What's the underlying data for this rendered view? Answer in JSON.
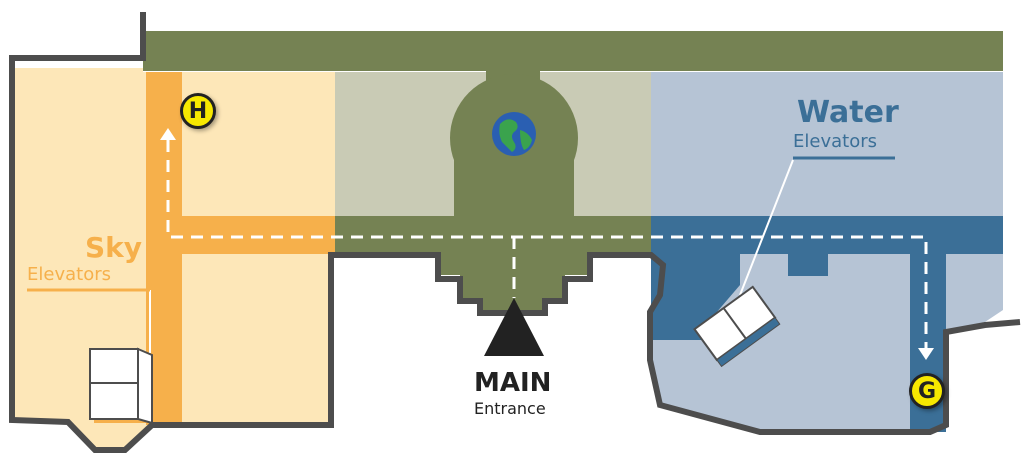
{
  "zones": {
    "sky": {
      "title": "Sky",
      "subtitle": "Elevators"
    },
    "water": {
      "title": "Water",
      "subtitle": "Elevators"
    },
    "main": {
      "title": "MAIN",
      "subtitle": "Entrance"
    }
  },
  "markers": {
    "h": "H",
    "g": "G"
  },
  "colors": {
    "sky_light": "#fde7b8",
    "sky_accent": "#f6b04b",
    "center_light": "#c9cbb5",
    "center_dark": "#758253",
    "water_light": "#b6c4d5",
    "water_dark": "#3b6f97",
    "wall": "#4d4d4d",
    "marker": "#f7e800"
  },
  "icons": [
    "globe-icon",
    "elevator-icon",
    "entrance-arrow-icon"
  ]
}
